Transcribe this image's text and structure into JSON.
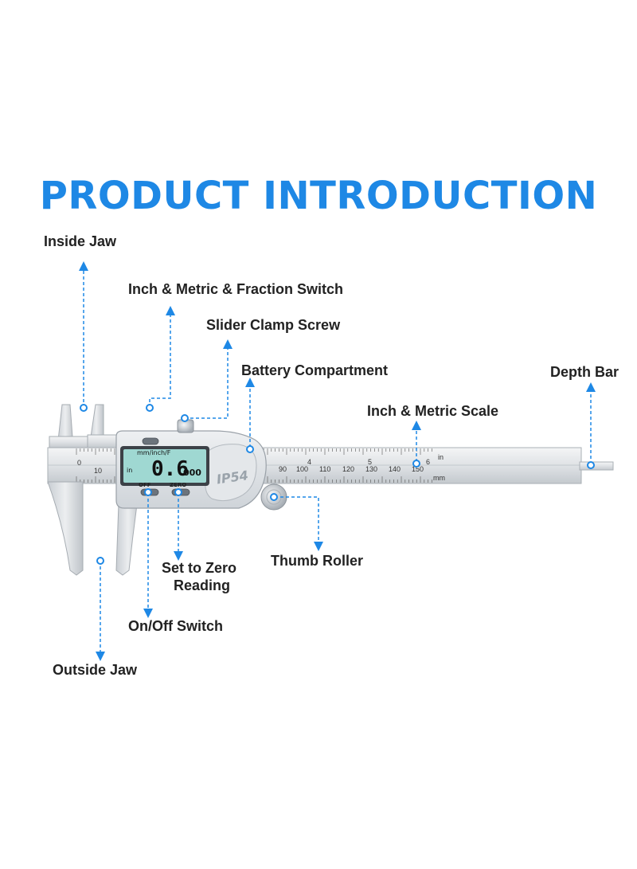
{
  "title": "PRODUCT INTRODUCTION",
  "labels": {
    "inside_jaw": "Inside Jaw",
    "switch": "Inch & Metric & Fraction Switch",
    "clamp": "Slider Clamp Screw",
    "battery": "Battery Compartment",
    "depth_bar": "Depth Bar",
    "scale": "Inch & Metric Scale",
    "thumb_roller": "Thumb Roller",
    "zero_line1": "Set to Zero",
    "zero_line2": "Reading",
    "onoff": "On/Off Switch",
    "outside_jaw": "Outside Jaw"
  },
  "device": {
    "mode_label": "mm/inch/F",
    "unit": "in",
    "reading_main": "0.6",
    "reading_small": "000",
    "off_label": "OFF",
    "zero_label": "ZERO",
    "rating": "IP54",
    "inch_unit": "in",
    "mm_unit": "mm",
    "inch_marks": [
      "4",
      "5",
      "6"
    ],
    "mm_marks": [
      "90",
      "100",
      "110",
      "120",
      "130",
      "140",
      "150"
    ],
    "left_marks": [
      "0",
      "10"
    ]
  },
  "colors": {
    "accent": "#1e88e5",
    "steel": "#d9dde1",
    "lcd": "#9fd8d2"
  }
}
